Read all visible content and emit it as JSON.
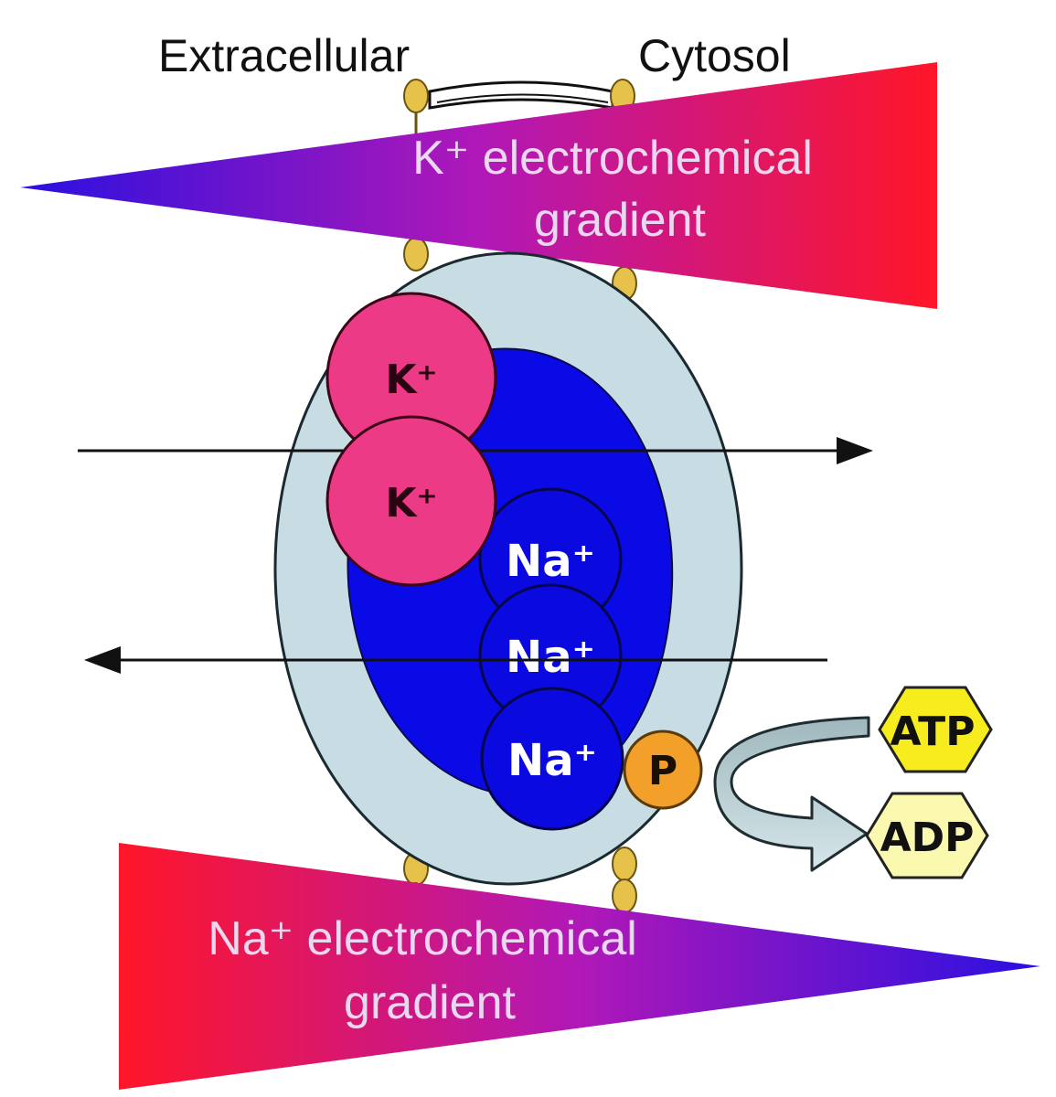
{
  "labels": {
    "extracellular": "Extracellular",
    "cytosol": "Cytosol"
  },
  "k_gradient": {
    "line1": "K⁺ electrochemical",
    "line2": "gradient"
  },
  "na_gradient": {
    "line1": "Na⁺ electrochemical",
    "line2": "gradient"
  },
  "ions": {
    "k1": "K⁺",
    "k2": "K⁺",
    "na1": "Na⁺",
    "na2": "Na⁺",
    "na3": "Na⁺"
  },
  "phosphate": "P",
  "energy": {
    "atp": "ATP",
    "adp": "ADP"
  },
  "colors": {
    "gradient_red": "#ff1a2a",
    "gradient_violet": "#3a10d8",
    "pump_outer": "#c8dde3",
    "pump_inner": "#0a0ae6",
    "k_ion": "#ec3a86",
    "na_ion": "#0a0ae0",
    "phosphate": "#f2a02a",
    "atp": "#f7ec1e",
    "adp": "#fbf8b0",
    "lipid_head": "#e6c24a"
  }
}
